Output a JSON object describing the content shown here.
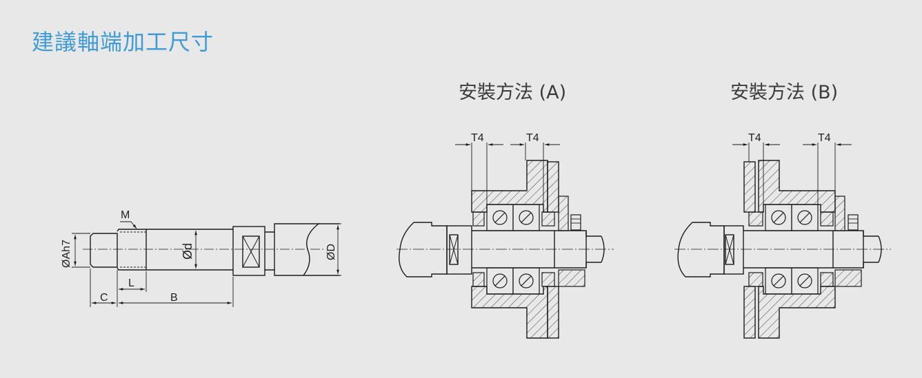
{
  "header": {
    "title": "建議軸端加工尺寸"
  },
  "shaft": {
    "labels": {
      "m": "M",
      "dia_a": "ØAh7",
      "dia_d": "Ød",
      "dia_big_d": "ØD",
      "c": "C",
      "l": "L",
      "b": "B"
    }
  },
  "method_a": {
    "title": "安裝方法 (A)",
    "t4_left": "T4",
    "t4_right": "T4"
  },
  "method_b": {
    "title": "安裝方法 (B)",
    "t4_left": "T4",
    "t4_right": "T4"
  },
  "colors": {
    "title": "#3e9bd6",
    "line": "#1a1a1a",
    "background": "#e8e8e9"
  }
}
